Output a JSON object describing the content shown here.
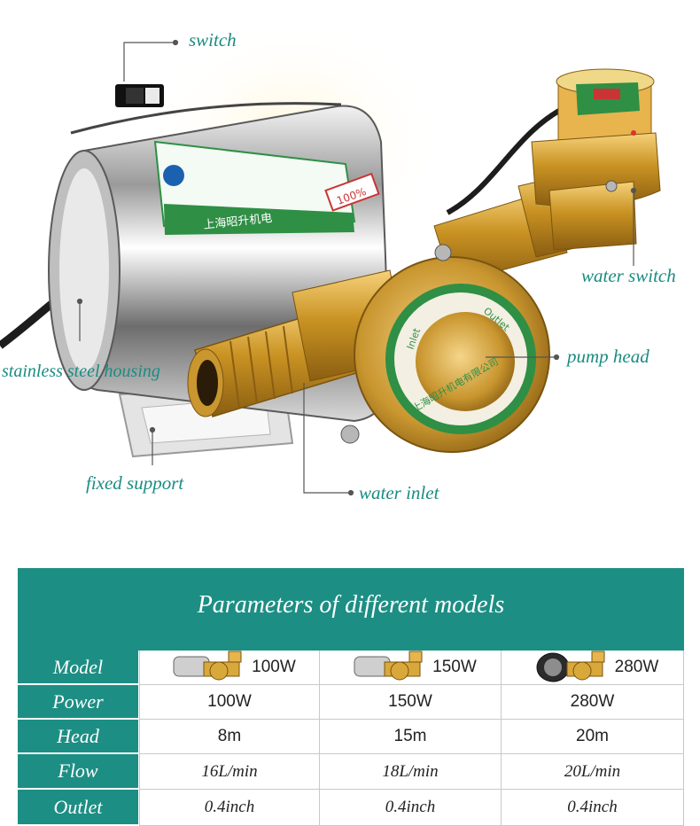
{
  "callouts": {
    "switch": "switch",
    "water_switch": "water switch",
    "pump_head": "pump head",
    "housing": "stainless steel housing",
    "fixed_support": "fixed support",
    "water_inlet": "water inlet"
  },
  "product_label": {
    "plate_cn": "上海昭升机电",
    "badge": "100%",
    "ring_outlet": "Outlet",
    "ring_inlet": "Inlet",
    "ring_cn": "上海昭升机电有限公司"
  },
  "table": {
    "title": "Parameters of different models",
    "rows": [
      {
        "label": "Model",
        "values": [
          "100W",
          "150W",
          "280W"
        ]
      },
      {
        "label": "Power",
        "values": [
          "100W",
          "150W",
          "280W"
        ]
      },
      {
        "label": "Head",
        "values": [
          "8m",
          "15m",
          "20m"
        ]
      },
      {
        "label": "Flow",
        "values": [
          "16L/min",
          "18L/min",
          "20L/min"
        ]
      },
      {
        "label": "Outlet",
        "values": [
          "0.4inch",
          "0.4inch",
          "0.4inch"
        ]
      }
    ]
  },
  "colors": {
    "accent": "#1d8e84",
    "callout": "#1a8c82",
    "brass": "#d9a83a"
  }
}
